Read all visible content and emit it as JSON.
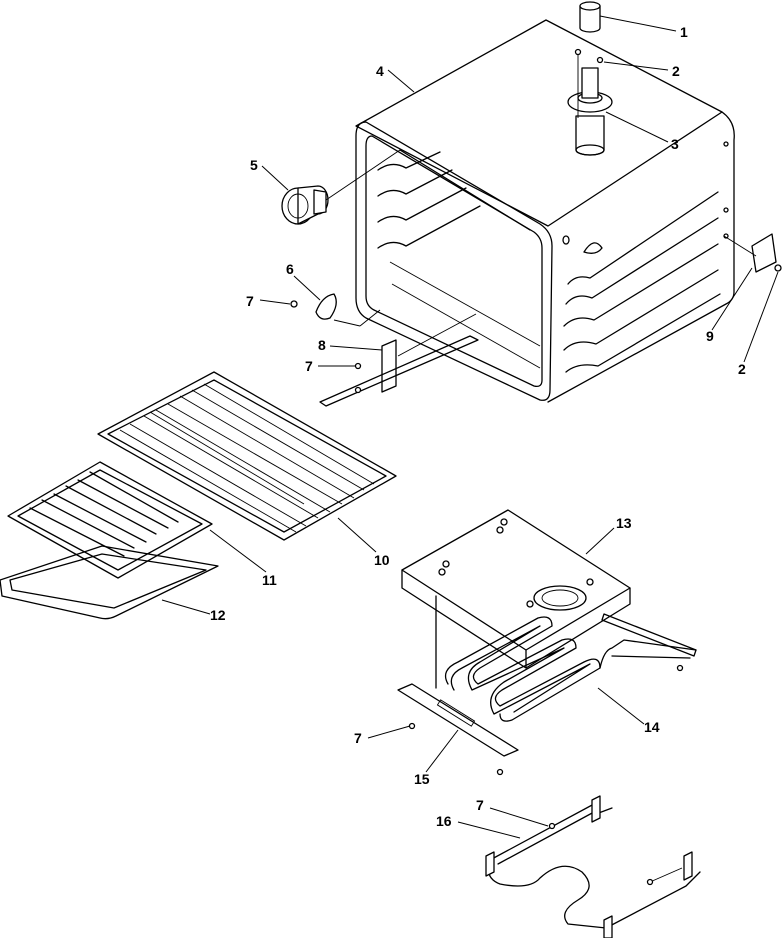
{
  "callouts": [
    {
      "id": "c1",
      "text": "1"
    },
    {
      "id": "c2a",
      "text": "2"
    },
    {
      "id": "c3",
      "text": "3"
    },
    {
      "id": "c4",
      "text": "4"
    },
    {
      "id": "c5",
      "text": "5"
    },
    {
      "id": "c6",
      "text": "6"
    },
    {
      "id": "c7a",
      "text": "7"
    },
    {
      "id": "c8",
      "text": "8"
    },
    {
      "id": "c7b",
      "text": "7"
    },
    {
      "id": "c9",
      "text": "9"
    },
    {
      "id": "c2b",
      "text": "2"
    },
    {
      "id": "c10",
      "text": "10"
    },
    {
      "id": "c11",
      "text": "11"
    },
    {
      "id": "c12",
      "text": "12"
    },
    {
      "id": "c13",
      "text": "13"
    },
    {
      "id": "c14",
      "text": "14"
    },
    {
      "id": "c7c",
      "text": "7"
    },
    {
      "id": "c15",
      "text": "15"
    },
    {
      "id": "c7d",
      "text": "7"
    },
    {
      "id": "c16",
      "text": "16"
    }
  ]
}
